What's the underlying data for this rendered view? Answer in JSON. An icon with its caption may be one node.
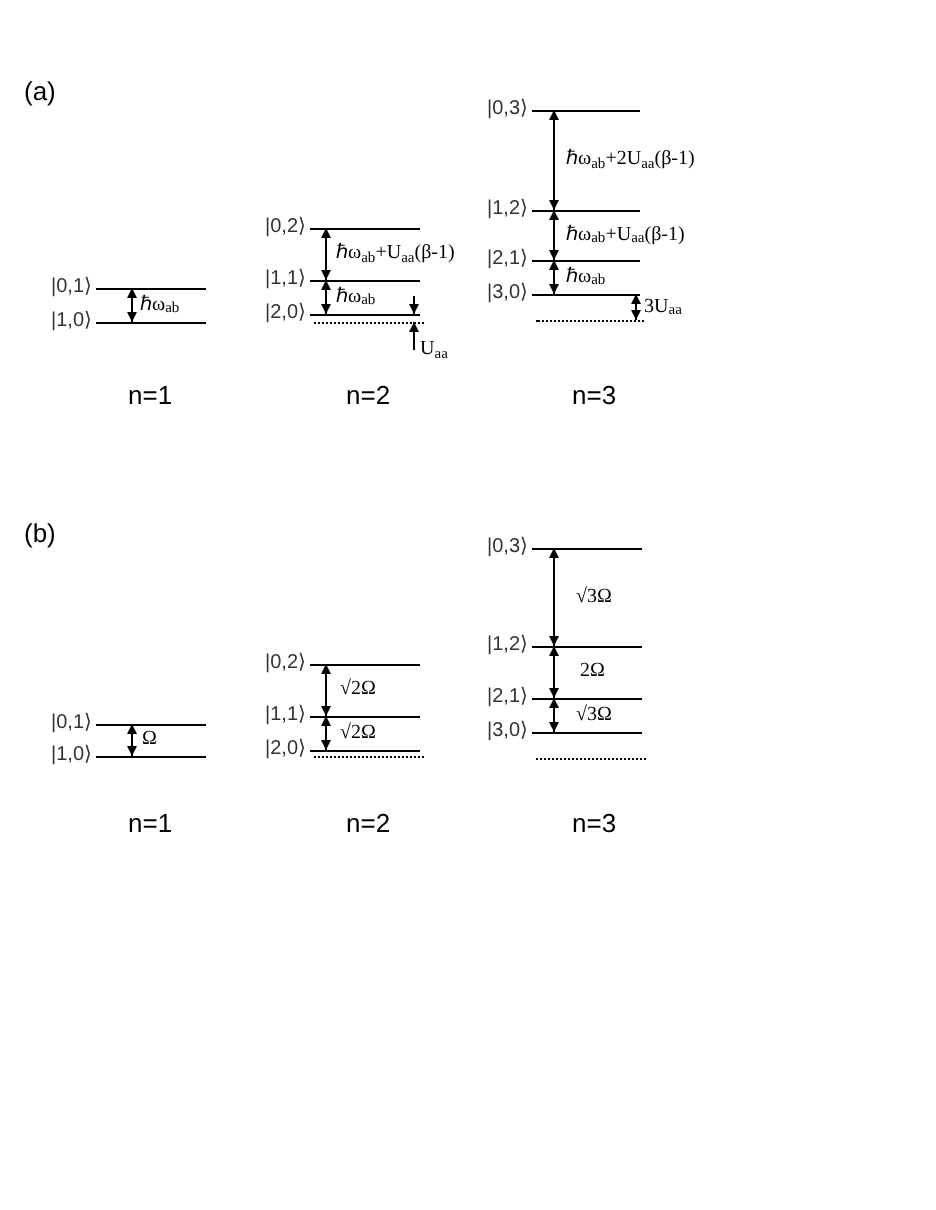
{
  "diagram": {
    "nodes": [
      {
        "text": [
          "|0,1⟩"
        ]
      },
      {
        "text": [
          "|1,0⟩"
        ]
      },
      {
        "text": [
          "|0,2⟩"
        ]
      },
      {
        "text": [
          "|1,1⟩"
        ]
      },
      {
        "text": [
          "|2,0⟩"
        ]
      },
      {
        "text": [],
        "shape": "bar"
      },
      {
        "text": [
          "|0,3⟩"
        ]
      },
      {
        "text": [
          "|1,2⟩"
        ]
      },
      {
        "text": [
          "|2,1⟩"
        ]
      },
      {
        "text": [
          "|3,0⟩"
        ]
      },
      {
        "text": [],
        "shape": "bar"
      },
      {
        "text": [
          "|0,1⟩"
        ]
      },
      {
        "text": [
          "|1,0⟩"
        ]
      },
      {
        "text": [
          "|0,2⟩"
        ]
      },
      {
        "text": [
          "|1,1⟩"
        ]
      },
      {
        "text": [
          "|2,0⟩"
        ]
      },
      {
        "text": [],
        "shape": "bar"
      },
      {
        "text": [
          "|0,3⟩"
        ]
      },
      {
        "text": [
          "|1,2⟩"
        ]
      },
      {
        "text": [
          "|2,1⟩"
        ]
      },
      {
        "text": [
          "|3,0⟩"
        ]
      },
      {
        "text": [],
        "shape": "bar"
      }
    ],
    "edges": [
      {
        "from": 1,
        "to": 0,
        "arrow": "both",
        "label": "ℏω$_{ab}$"
      },
      {
        "from": 3,
        "to": 2,
        "arrow": "both",
        "label": "ℏω$_{ab}$+U$_{aa}$(β-1)"
      },
      {
        "from": 4,
        "to": 3,
        "arrow": "both",
        "label": "ℏω$_{ab}$"
      },
      {
        "from": 5,
        "to": 4,
        "arrow": "both",
        "label": "U$_{aa}$"
      },
      {
        "from": 7,
        "to": 6,
        "arrow": "both",
        "label": "ℏω$_{ab}$+2U$_{aa}$(β-1)"
      },
      {
        "from": 8,
        "to": 7,
        "arrow": "both",
        "label": "ℏω$_{ab}$+U$_{aa}$(β-1)"
      },
      {
        "from": 9,
        "to": 8,
        "arrow": "both",
        "label": "ℏω$_{ab}$"
      },
      {
        "from": 10,
        "to": 9,
        "arrow": "both",
        "label": "3U$_{aa}$"
      },
      {
        "from": 12,
        "to": 11,
        "arrow": "both",
        "label": "Ω"
      },
      {
        "from": 14,
        "to": 13,
        "arrow": "both",
        "label": "√2Ω"
      },
      {
        "from": 15,
        "to": 14,
        "arrow": "both",
        "label": "√2Ω"
      },
      {
        "from": 18,
        "to": 17,
        "arrow": "both",
        "label": "√3Ω"
      },
      {
        "from": 19,
        "to": 18,
        "arrow": "both",
        "label": "2Ω"
      },
      {
        "from": 20,
        "to": 19,
        "arrow": "both",
        "label": "√3Ω"
      }
    ],
    "labels": [
      "(a)",
      "n=1",
      "n=2",
      "n=3",
      "(b)",
      "n=1",
      "n=2",
      "n=3"
    ]
  }
}
